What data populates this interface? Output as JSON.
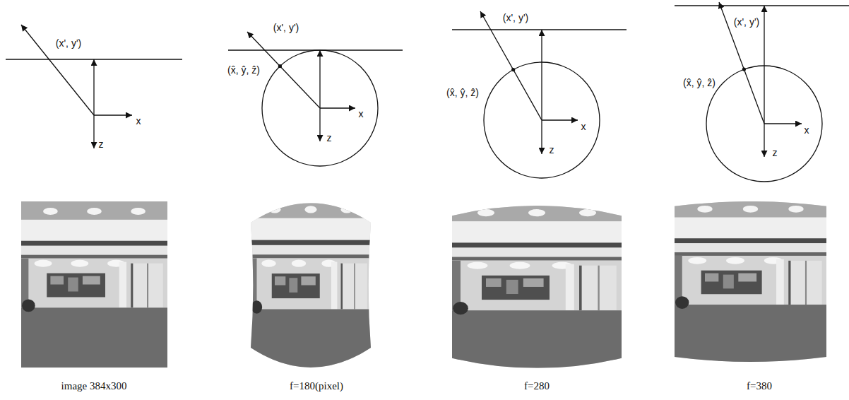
{
  "diagram": {
    "labels": [
      "(x', y')",
      "x",
      "z",
      "image 384x300",
      "(x', y')",
      "(x̂, ŷ, ẑ)",
      "x",
      "z",
      "f=180(pixel)",
      "(x', y')",
      "(x̂, ŷ, ẑ)",
      "x",
      "z",
      "f=280",
      "(x', y')",
      "(x̂, ŷ, ẑ)",
      "x",
      "z",
      "f=380"
    ]
  }
}
